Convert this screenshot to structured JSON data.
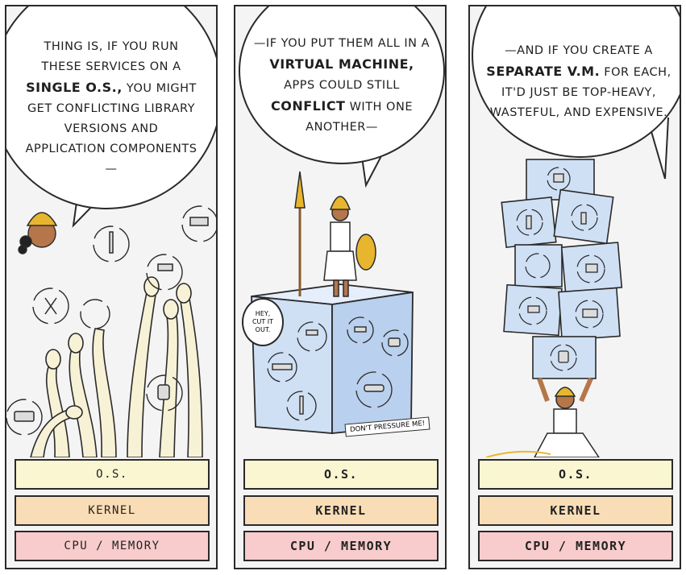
{
  "panels": [
    {
      "speech_parts": [
        {
          "text": "THING IS, IF YOU RUN THESE SERVICES ON A "
        },
        {
          "text": "SINGLE O.S.,",
          "bold": true
        },
        {
          "text": " YOU MIGHT GET CONFLICTING LIBRARY VERSIONS AND APPLICATION COMPONENTS—"
        }
      ],
      "layers": {
        "os": "O.S.",
        "kernel": "KERNEL",
        "cpu": "CPU / MEMORY"
      }
    },
    {
      "speech_parts": [
        {
          "text": "—IF YOU PUT THEM ALL IN A "
        },
        {
          "text": "VIRTUAL MACHINE,",
          "bold": true
        },
        {
          "text": " APPS COULD STILL "
        },
        {
          "text": "CONFLICT",
          "bold": true
        },
        {
          "text": " WITH ONE ANOTHER—"
        }
      ],
      "small_bubble": "HEY, CUT IT OUT.",
      "sign": "DON'T PRESSURE ME!",
      "layers": {
        "os": "O.S.",
        "kernel": "KERNEL",
        "cpu": "CPU / MEMORY"
      }
    },
    {
      "speech_parts": [
        {
          "text": "—AND IF YOU CREATE A "
        },
        {
          "text": "SEPARATE V.M.",
          "bold": true
        },
        {
          "text": " FOR EACH, IT'D JUST BE TOP-HEAVY, WASTEFUL, AND EXPENSIVE."
        }
      ],
      "layers": {
        "os": "O.S.",
        "kernel": "KERNEL",
        "cpu": "CPU / MEMORY"
      }
    }
  ],
  "icons": [
    "screwdriver-icon",
    "saw-icon",
    "wrench-icon",
    "pliers-icon",
    "drill-icon",
    "hammer-icon",
    "axe-icon"
  ],
  "colors": {
    "os_layer": "#fbf6d2",
    "kernel_layer": "#f9ddb6",
    "cpu_layer": "#f8cccc",
    "vm_cube": "#cfe0f5",
    "ink": "#2a2a2a"
  }
}
